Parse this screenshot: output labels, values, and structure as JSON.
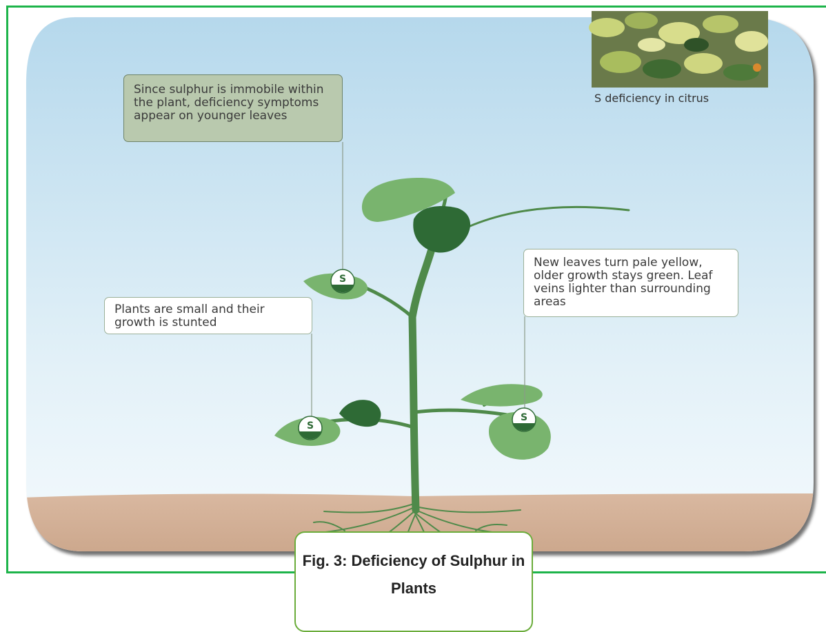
{
  "figure": {
    "caption": "Fig. 3: Deficiency of Sulphur in Plants"
  },
  "photo": {
    "caption": "S deficiency in citrus"
  },
  "callouts": {
    "immobile": "Since sulphur is immobile within the plant, deficiency symptoms appear on younger leaves",
    "stunted": "Plants are small and their growth is stunted",
    "pale_leaves": "New leaves turn pale yellow, older growth stays green. Leaf veins lighter than surrounding areas"
  },
  "markers": {
    "symbol": "S"
  },
  "colors": {
    "frame": "#1db44a",
    "sky_top": "#b5d8ec",
    "sky_bottom": "#f3f9fc",
    "soil": "#d5b49b",
    "stem": "#4f8a4a",
    "leaf_light": "#79b46e",
    "leaf_dark": "#2e6a35",
    "caption_border": "#6aac3a"
  }
}
